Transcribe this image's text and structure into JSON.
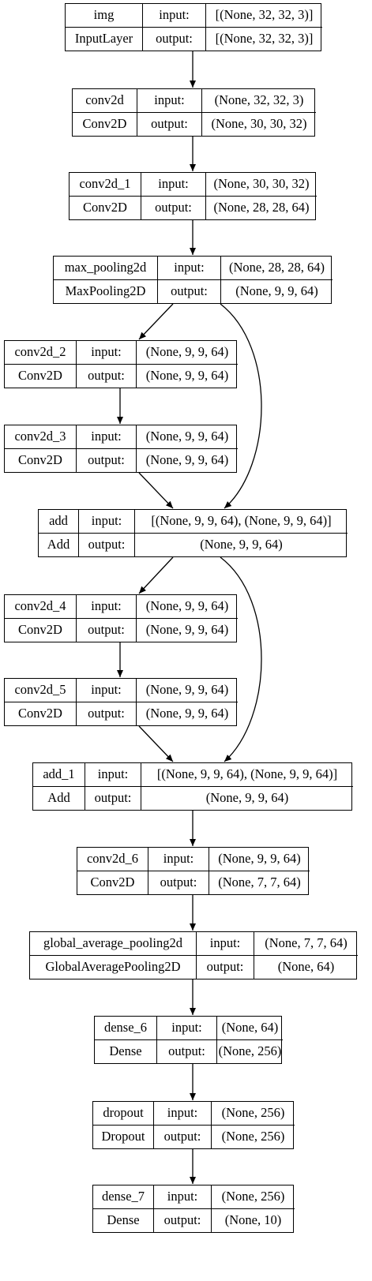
{
  "layers": [
    {
      "id": "img",
      "name": "img",
      "type": "InputLayer",
      "input_label": "input:",
      "output_label": "output:",
      "input": "[(None, 32, 32, 3)]",
      "output": "[(None, 32, 32, 3)]"
    },
    {
      "id": "conv2d",
      "name": "conv2d",
      "type": "Conv2D",
      "input_label": "input:",
      "output_label": "output:",
      "input": "(None, 32, 32, 3)",
      "output": "(None, 30, 30, 32)"
    },
    {
      "id": "conv2d_1",
      "name": "conv2d_1",
      "type": "Conv2D",
      "input_label": "input:",
      "output_label": "output:",
      "input": "(None, 30, 30, 32)",
      "output": "(None, 28, 28, 64)"
    },
    {
      "id": "max_pooling2d",
      "name": "max_pooling2d",
      "type": "MaxPooling2D",
      "input_label": "input:",
      "output_label": "output:",
      "input": "(None, 28, 28, 64)",
      "output": "(None, 9, 9, 64)"
    },
    {
      "id": "conv2d_2",
      "name": "conv2d_2",
      "type": "Conv2D",
      "input_label": "input:",
      "output_label": "output:",
      "input": "(None, 9, 9, 64)",
      "output": "(None, 9, 9, 64)"
    },
    {
      "id": "conv2d_3",
      "name": "conv2d_3",
      "type": "Conv2D",
      "input_label": "input:",
      "output_label": "output:",
      "input": "(None, 9, 9, 64)",
      "output": "(None, 9, 9, 64)"
    },
    {
      "id": "add",
      "name": "add",
      "type": "Add",
      "input_label": "input:",
      "output_label": "output:",
      "input": "[(None, 9, 9, 64), (None, 9, 9, 64)]",
      "output": "(None, 9, 9, 64)"
    },
    {
      "id": "conv2d_4",
      "name": "conv2d_4",
      "type": "Conv2D",
      "input_label": "input:",
      "output_label": "output:",
      "input": "(None, 9, 9, 64)",
      "output": "(None, 9, 9, 64)"
    },
    {
      "id": "conv2d_5",
      "name": "conv2d_5",
      "type": "Conv2D",
      "input_label": "input:",
      "output_label": "output:",
      "input": "(None, 9, 9, 64)",
      "output": "(None, 9, 9, 64)"
    },
    {
      "id": "add_1",
      "name": "add_1",
      "type": "Add",
      "input_label": "input:",
      "output_label": "output:",
      "input": "[(None, 9, 9, 64), (None, 9, 9, 64)]",
      "output": "(None, 9, 9, 64)"
    },
    {
      "id": "conv2d_6",
      "name": "conv2d_6",
      "type": "Conv2D",
      "input_label": "input:",
      "output_label": "output:",
      "input": "(None, 9, 9, 64)",
      "output": "(None, 7, 7, 64)"
    },
    {
      "id": "global_average_pooling2d",
      "name": "global_average_pooling2d",
      "type": "GlobalAveragePooling2D",
      "input_label": "input:",
      "output_label": "output:",
      "input": "(None, 7, 7, 64)",
      "output": "(None, 64)"
    },
    {
      "id": "dense_6",
      "name": "dense_6",
      "type": "Dense",
      "input_label": "input:",
      "output_label": "output:",
      "input": "(None, 64)",
      "output": "(None, 256)"
    },
    {
      "id": "dropout",
      "name": "dropout",
      "type": "Dropout",
      "input_label": "input:",
      "output_label": "output:",
      "input": "(None, 256)",
      "output": "(None, 256)"
    },
    {
      "id": "dense_7",
      "name": "dense_7",
      "type": "Dense",
      "input_label": "input:",
      "output_label": "output:",
      "input": "(None, 256)",
      "output": "(None, 10)"
    }
  ],
  "edges": [
    [
      "img",
      "conv2d"
    ],
    [
      "conv2d",
      "conv2d_1"
    ],
    [
      "conv2d_1",
      "max_pooling2d"
    ],
    [
      "max_pooling2d",
      "conv2d_2"
    ],
    [
      "max_pooling2d",
      "add"
    ],
    [
      "conv2d_2",
      "conv2d_3"
    ],
    [
      "conv2d_3",
      "add"
    ],
    [
      "add",
      "conv2d_4"
    ],
    [
      "add",
      "add_1"
    ],
    [
      "conv2d_4",
      "conv2d_5"
    ],
    [
      "conv2d_5",
      "add_1"
    ],
    [
      "add_1",
      "conv2d_6"
    ],
    [
      "conv2d_6",
      "global_average_pooling2d"
    ],
    [
      "global_average_pooling2d",
      "dense_6"
    ],
    [
      "dense_6",
      "dropout"
    ],
    [
      "dropout",
      "dense_7"
    ]
  ]
}
